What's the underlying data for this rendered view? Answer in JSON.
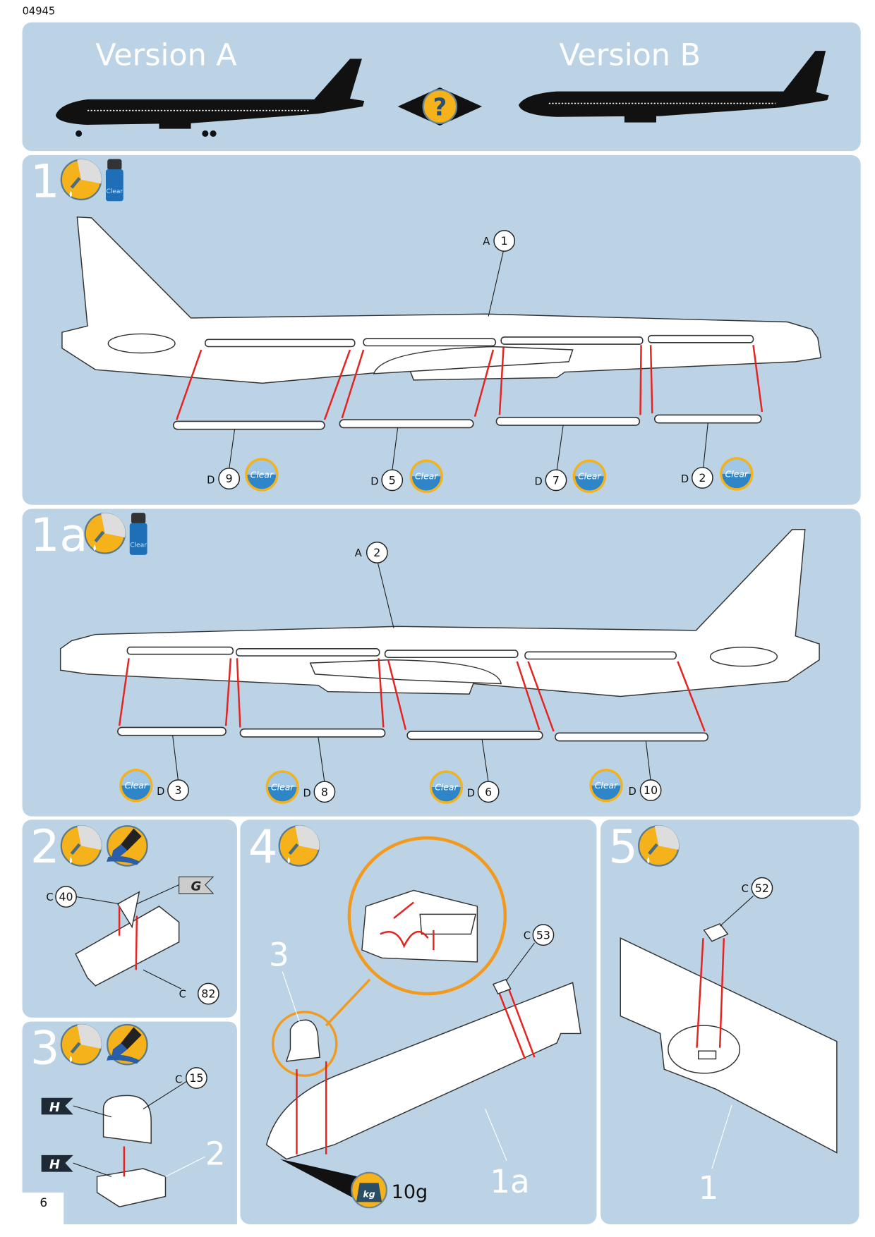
{
  "doc_code": "04945",
  "page_number": "6",
  "header": {
    "version_a": "Version A",
    "version_b": "Version B",
    "question_mark": "?"
  },
  "steps": {
    "s1": {
      "number": "1",
      "bottle_label": "Clear",
      "fuselage": {
        "letter": "A",
        "num": "1"
      },
      "parts": [
        {
          "letter": "D",
          "num": "9"
        },
        {
          "letter": "D",
          "num": "5"
        },
        {
          "letter": "D",
          "num": "7"
        },
        {
          "letter": "D",
          "num": "2"
        }
      ]
    },
    "s1a": {
      "number": "1a",
      "bottle_label": "Clear",
      "fuselage": {
        "letter": "A",
        "num": "2"
      },
      "parts": [
        {
          "letter": "D",
          "num": "3"
        },
        {
          "letter": "D",
          "num": "8"
        },
        {
          "letter": "D",
          "num": "6"
        },
        {
          "letter": "D",
          "num": "10"
        }
      ]
    },
    "s2": {
      "number": "2",
      "parts": [
        {
          "letter": "C",
          "num": "40"
        },
        {
          "letter": "C",
          "num": "82"
        }
      ],
      "color_flag": "G"
    },
    "s3": {
      "number": "3",
      "parts": [
        {
          "letter": "C",
          "num": "15"
        }
      ],
      "color_flag": "H",
      "subassembly": "2"
    },
    "s4": {
      "number": "4",
      "parts": [
        {
          "letter": "C",
          "num": "53"
        }
      ],
      "subassembly_in": "3",
      "subassembly_base": "1a",
      "weight": "10g",
      "weight_icon_label": "kg"
    },
    "s5": {
      "number": "5",
      "parts": [
        {
          "letter": "C",
          "num": "52"
        }
      ],
      "subassembly_base": "1"
    }
  },
  "clear_badge": "Clear",
  "colors": {
    "panel": "#bcd3e6",
    "arrow": "#e52420",
    "glue": "#f5b21a"
  }
}
